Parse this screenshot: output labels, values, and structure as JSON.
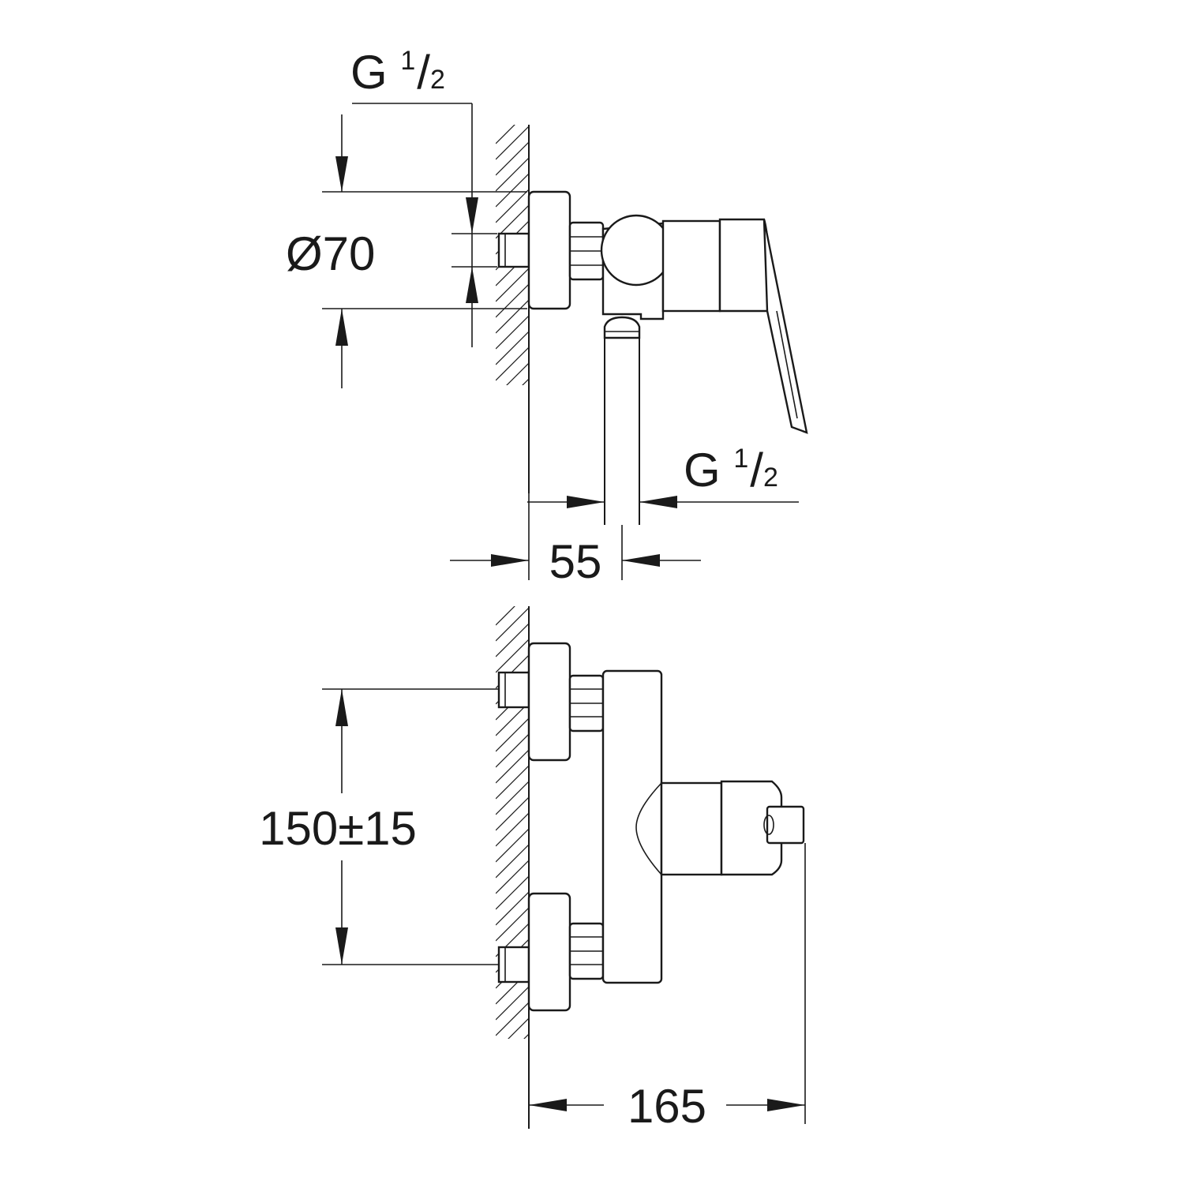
{
  "labels": {
    "thread_top": {
      "base": "G ",
      "sup": "1",
      "slash": "/",
      "sub": "2"
    },
    "diameter": "Ø70",
    "thread_bottom": {
      "base": "G ",
      "sup": "1",
      "slash": "/",
      "sub": "2"
    },
    "depth_55": "55",
    "spacing": "150±15",
    "width_165": "165"
  }
}
